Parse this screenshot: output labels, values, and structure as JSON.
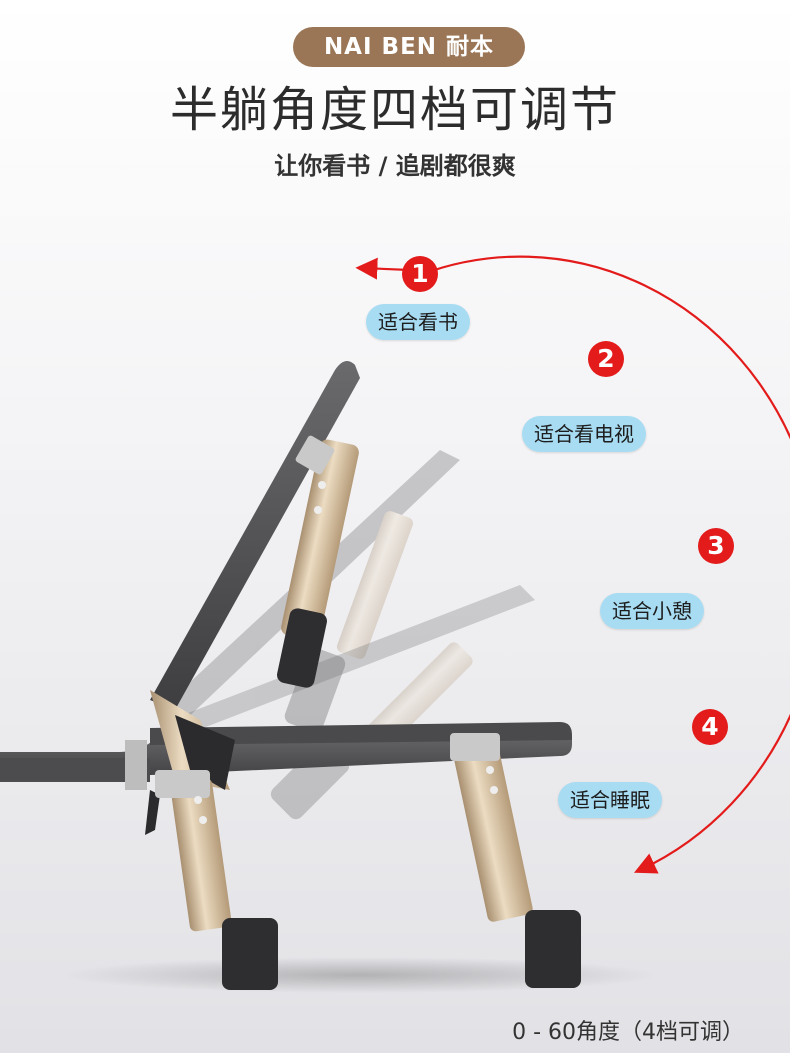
{
  "brand": {
    "label": "NAI BEN 耐本"
  },
  "headline": "半躺角度四档可调节",
  "subhead": "让你看书 / 追剧都很爽",
  "levels": [
    {
      "number": "1",
      "label": "适合看书"
    },
    {
      "number": "2",
      "label": "适合看电视"
    },
    {
      "number": "3",
      "label": "适合小憩"
    },
    {
      "number": "4",
      "label": "适合睡眠"
    }
  ],
  "caption": "0 - 60角度（4档可调）",
  "colors": {
    "brand_badge": "#9a7656",
    "marker": "#e31b1b",
    "label_pill": "#a8dcf2",
    "frame_gold": "#d9c2a0",
    "fabric_gray": "#5a5a5c"
  }
}
